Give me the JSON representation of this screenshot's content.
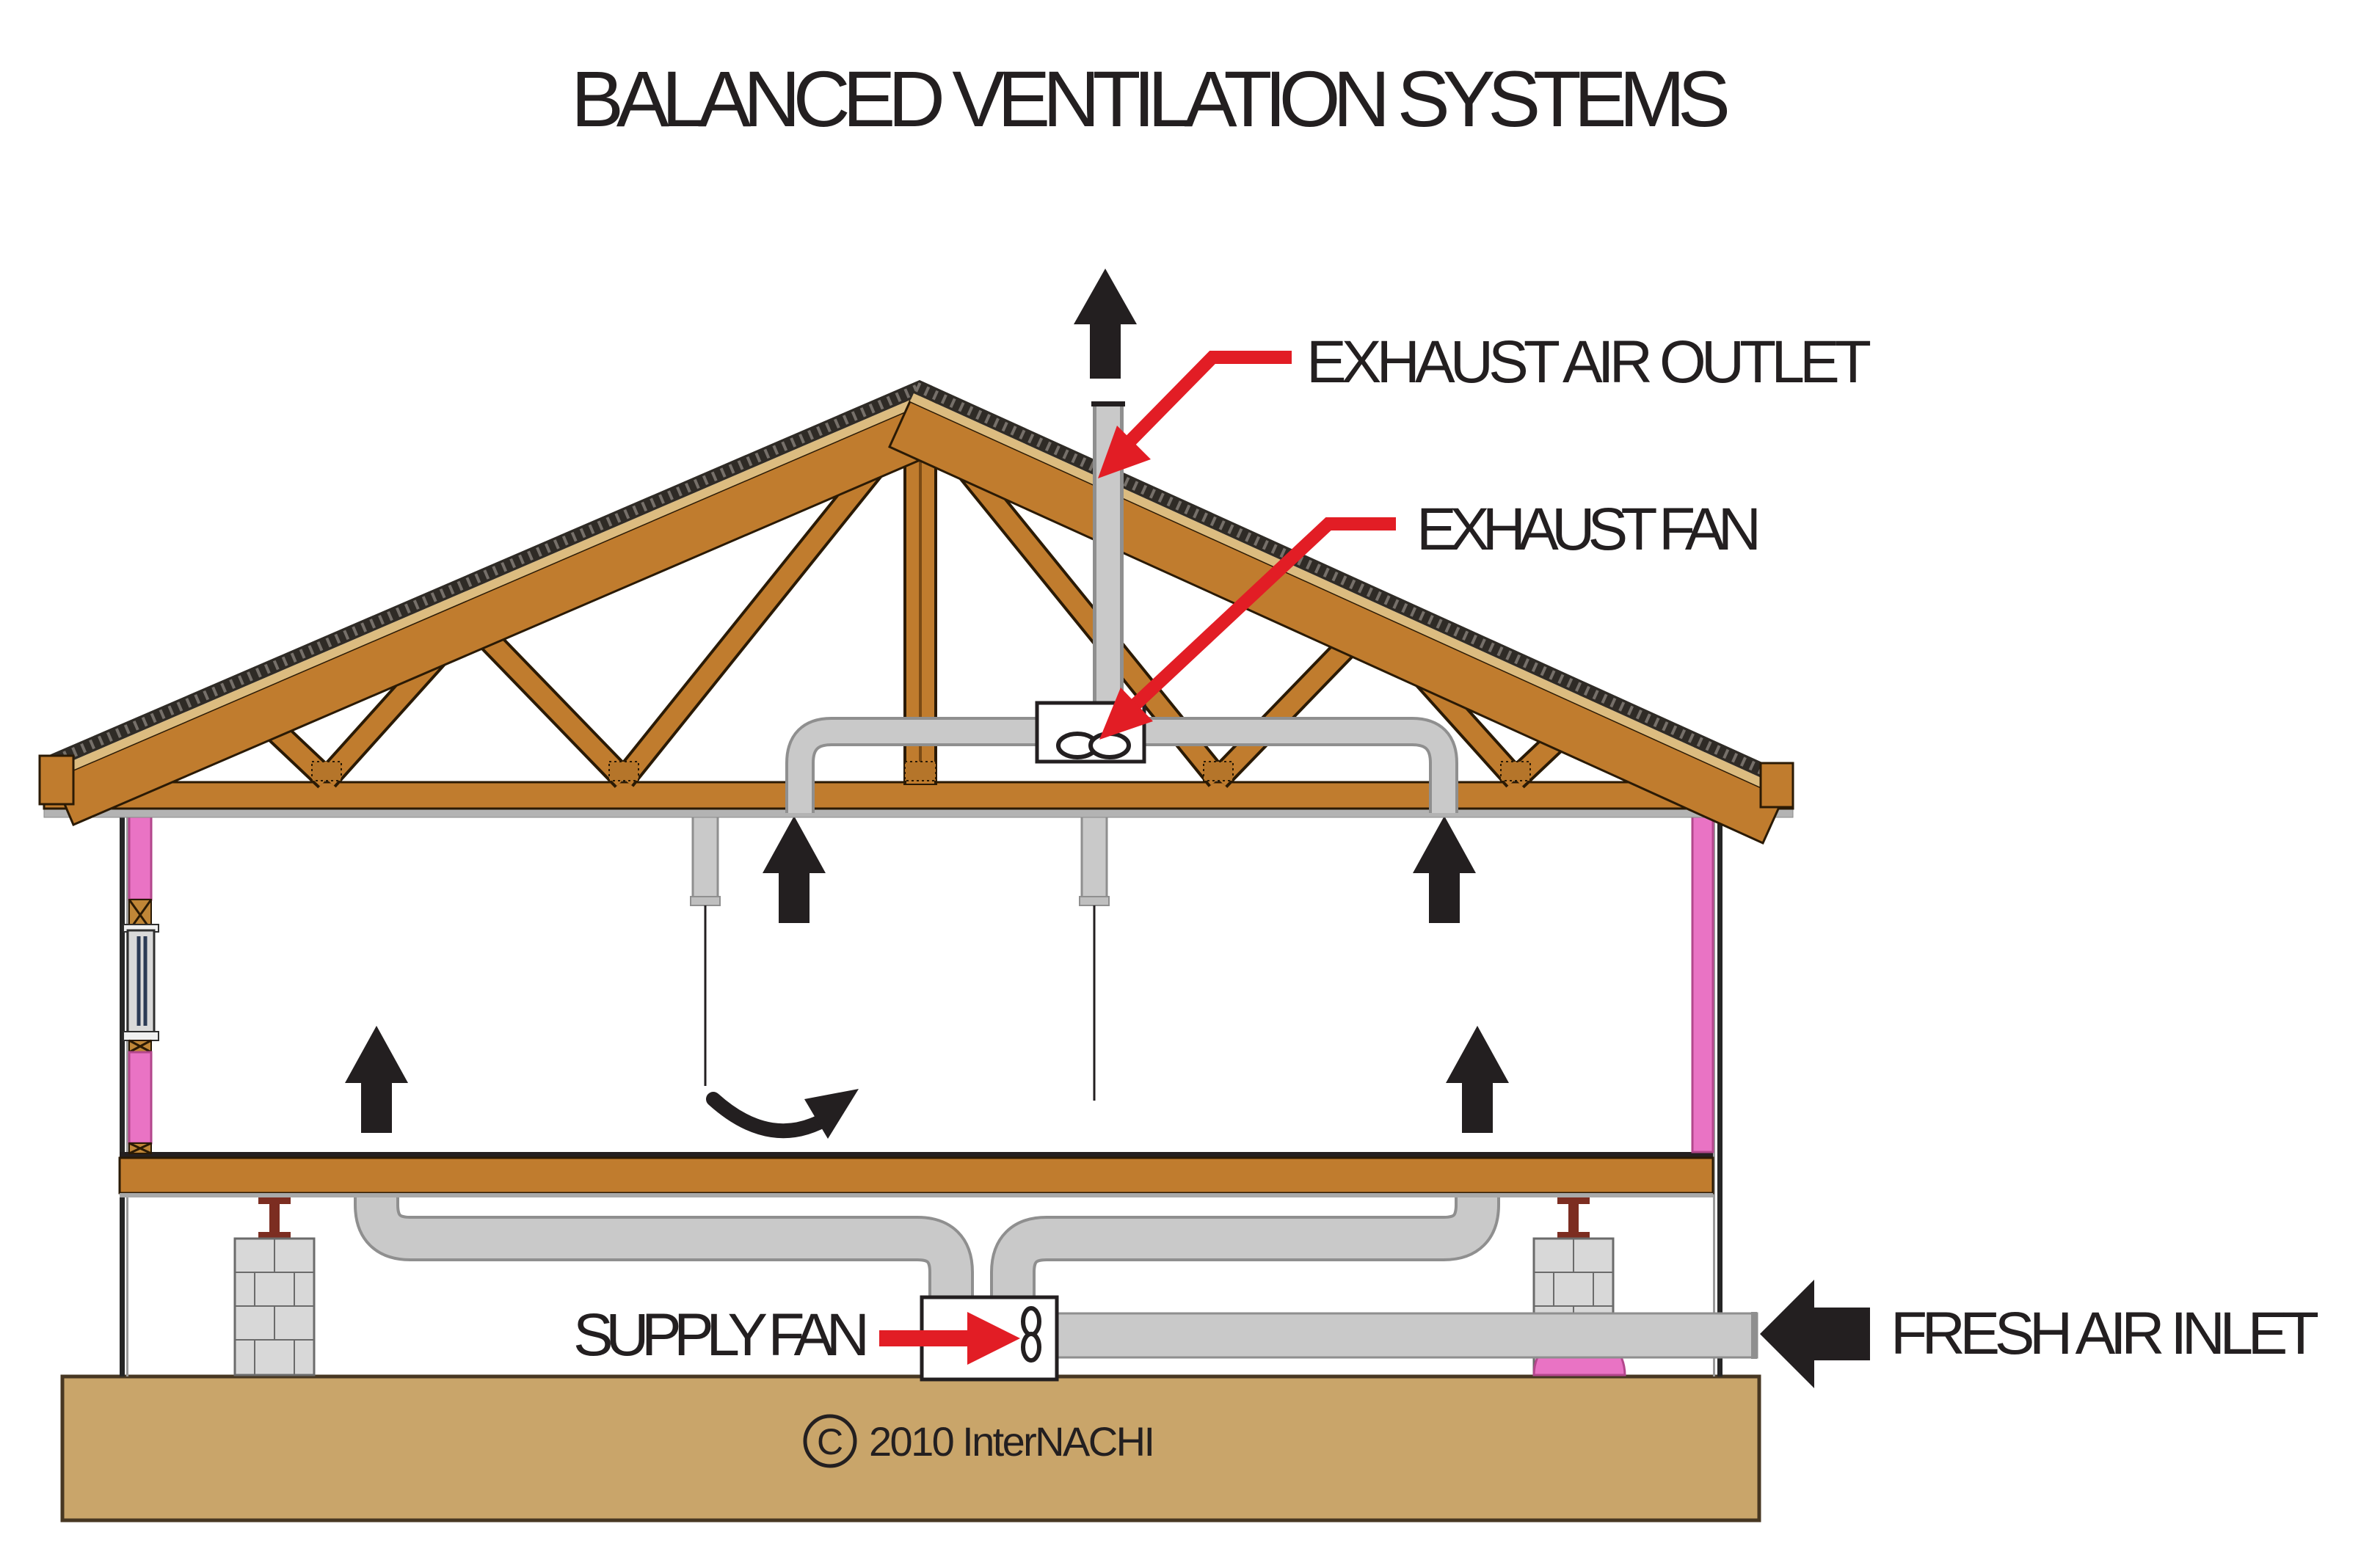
{
  "title": "BALANCED VENTILATION SYSTEMS",
  "labels": {
    "exhaust_air_outlet": "EXHAUST AIR OUTLET",
    "exhaust_fan": "EXHAUST FAN",
    "supply_fan": "SUPPLY FAN",
    "fresh_air_inlet": "FRESH AIR INLET"
  },
  "copyright": {
    "symbol": "C",
    "text": "2010  InterNACHI"
  },
  "icons": {
    "exhaust_fan_symbol": "two-ellipse fan (infinity) glyph inside white box",
    "supply_fan_symbol": "vertical two-ellipse fan (8) glyph inside white box",
    "airflow_up_arrow": "solid black upward arrow",
    "fresh_air_arrow": "solid black left-pointing arrow",
    "circulation_arrow": "curved black swoosh arrow",
    "red_leader_arrow": "red callout leader line with arrowhead"
  },
  "colors": {
    "ink": "#231f20",
    "red": "#e21d25",
    "wood": "#c07c2e",
    "wood_dark": "#2a1a05",
    "shingle": "#2f2b26",
    "shingle_fleck": "#76706a",
    "sheathing": "#dcbc80",
    "duct": "#c9c9c9",
    "duct_edge": "#8f8f8f",
    "insulation": "#e973c4",
    "insulation_edge": "#b3478c",
    "slab": "#c9a56a",
    "slab_edge": "#473722",
    "block": "#d8d8d8",
    "block_edge": "#6b6b6b",
    "steel": "#7c2d21",
    "glass": "#2b3a55",
    "gray_post": "#b9b9b9",
    "ceiling_gray": "#b3b3b3",
    "gusset": "#b5752a",
    "xblock": "#c08637"
  }
}
